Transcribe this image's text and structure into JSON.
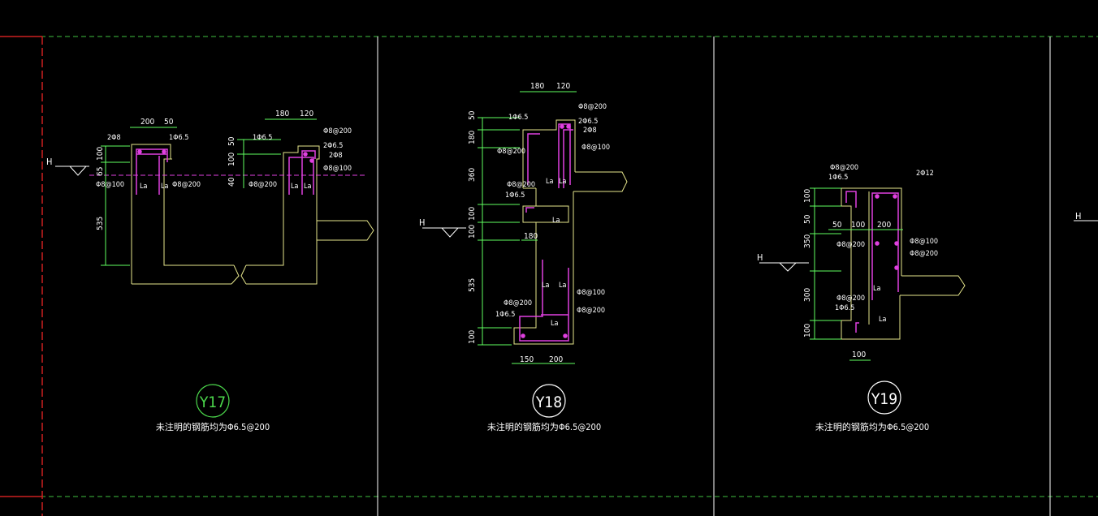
{
  "colors": {
    "background": "#000000",
    "frame": "#ffffff",
    "dashed_green": "#3fbf3f",
    "red_border": "#cc2020",
    "concrete": "#e6e68c",
    "rebar": "#e040e0",
    "dimension": "#60ff60",
    "text": "#ffffff",
    "ground": "#ffffff"
  },
  "details": {
    "y17": {
      "tag": "Y17",
      "tag_color": "#4cd94c",
      "note": "未注明的钢筋均为Φ6.5@200",
      "dims": [
        "200",
        "50",
        "180",
        "120",
        "100",
        "65",
        "535",
        "50",
        "100",
        "40"
      ],
      "rebar": [
        "2Φ8",
        "1Φ6.5",
        "Φ8@100",
        "Φ8@200",
        "1Φ6.5",
        "Φ8@200",
        "2Φ6.5",
        "2Φ8",
        "Φ8@200",
        "Φ8@100"
      ],
      "ground": "H",
      "la": "La"
    },
    "y18": {
      "tag": "Y18",
      "tag_color": "#ffffff",
      "note": "未注明的钢筋均为Φ6.5@200",
      "dims": [
        "180",
        "120",
        "50",
        "180",
        "360",
        "100",
        "100",
        "535",
        "100",
        "180",
        "150",
        "200"
      ],
      "rebar": [
        "Φ8@200",
        "1Φ6.5",
        "2Φ6.5",
        "2Φ8",
        "Φ8@200",
        "Φ8@100",
        "Φ8@200",
        "1Φ6.5",
        "Φ8@100",
        "Φ8@200",
        "Φ8@200",
        "1Φ6.5"
      ],
      "ground": "H",
      "la": "La"
    },
    "y19": {
      "tag": "Y19",
      "tag_color": "#ffffff",
      "note": "未注明的钢筋均为Φ6.5@200",
      "dims": [
        "100",
        "50",
        "350",
        "300",
        "100",
        "50",
        "100",
        "200",
        "100"
      ],
      "rebar": [
        "Φ8@200",
        "1Φ6.5",
        "2Φ12",
        "Φ8@200",
        "Φ8@100",
        "Φ8@200",
        "Φ8@200",
        "1Φ6.5"
      ],
      "ground": "H",
      "la": "La"
    },
    "right_panel": {
      "ground": "H"
    }
  }
}
